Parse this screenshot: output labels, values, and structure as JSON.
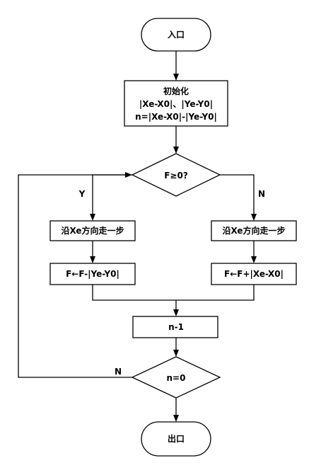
{
  "flowchart": {
    "start": "入口",
    "init": {
      "title": "初始化",
      "line1": "|Xe-X0|、|Ye-Y0|",
      "line2": "n=|Xe-X0|-|Ye-Y0|"
    },
    "decision_f": "F≥0?",
    "branch_yes": "Y",
    "branch_no": "N",
    "left_step": "沿Xe方向走一步",
    "left_update": "F←F-|Ye-Y0|",
    "right_step": "沿Xe方向走一步",
    "right_update": "F←F+|Xe-X0|",
    "decrement": "n-1",
    "decision_n": "n=0",
    "loop_label": "N",
    "end": "出口"
  }
}
